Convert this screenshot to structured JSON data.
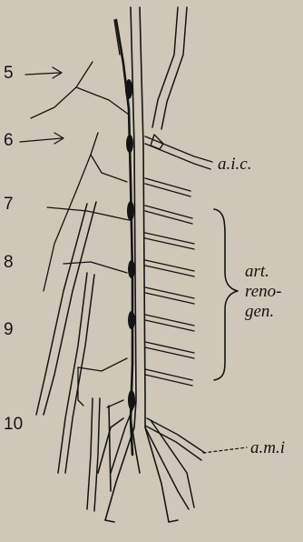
{
  "segments": [
    {
      "id": "5",
      "label": "5"
    },
    {
      "id": "6",
      "label": "6"
    },
    {
      "id": "7",
      "label": "7"
    },
    {
      "id": "8",
      "label": "8"
    },
    {
      "id": "9",
      "label": "9"
    },
    {
      "id": "10",
      "label": "10"
    }
  ],
  "labels": {
    "aic": "a.i.c.",
    "art_line1": "art.",
    "art_line2": "reno-",
    "art_line3": "gen.",
    "ami": "a.m.i"
  },
  "colors": {
    "background": "#cfc8b8",
    "ink": "#141414"
  }
}
